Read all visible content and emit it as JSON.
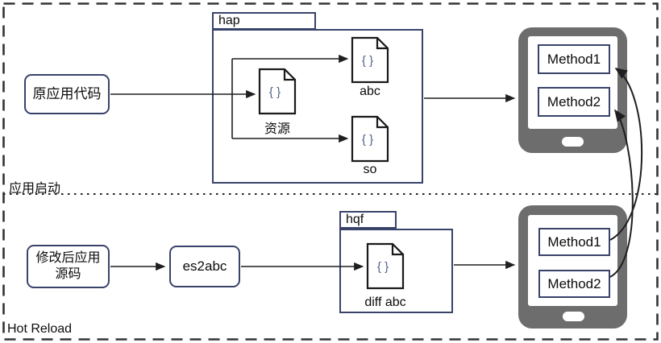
{
  "sections": {
    "top_label": "应用启动",
    "bottom_label": "Hot Reload"
  },
  "nodes": {
    "original_code": "原应用代码",
    "modified_source_line1": "修改后应用",
    "modified_source_line2": "源码",
    "es2abc": "es2abc"
  },
  "hap": {
    "label": "hap",
    "resource_label": "资源",
    "abc_label": "abc",
    "so_label": "so"
  },
  "hqf": {
    "label": "hqf",
    "diff_label": "diff abc"
  },
  "device_top": {
    "method1": "Method1",
    "method2": "Method2"
  },
  "device_bottom": {
    "method1": "Method1",
    "method2": "Method2"
  },
  "icons": {
    "file_glyph": "{ }"
  },
  "colors": {
    "box_border": "#39436a",
    "device_gray": "#6d6d6d",
    "line_black": "#1f1f1f",
    "brace_blue": "#4f6186",
    "background": "#ffffff"
  }
}
